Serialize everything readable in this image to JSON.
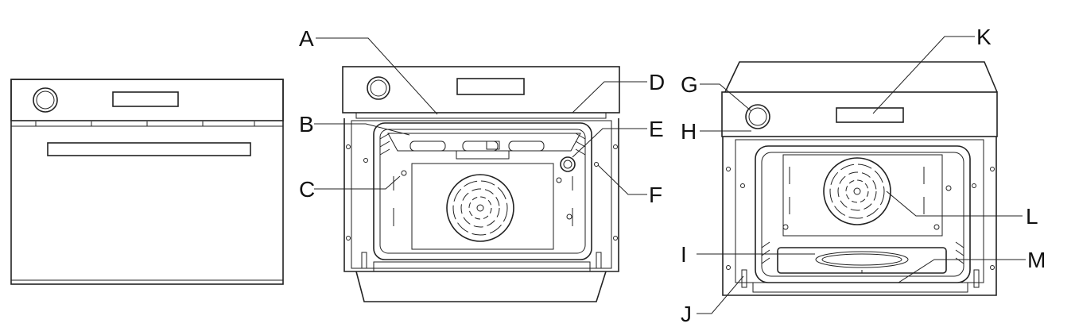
{
  "callouts": {
    "A": "A",
    "B": "B",
    "C": "C",
    "D": "D",
    "E": "E",
    "F": "F",
    "G": "G",
    "H": "H",
    "I": "I",
    "J": "J",
    "K": "K",
    "L": "L",
    "M": "M"
  },
  "colors": {
    "line": "#222222",
    "background": "#ffffff"
  }
}
